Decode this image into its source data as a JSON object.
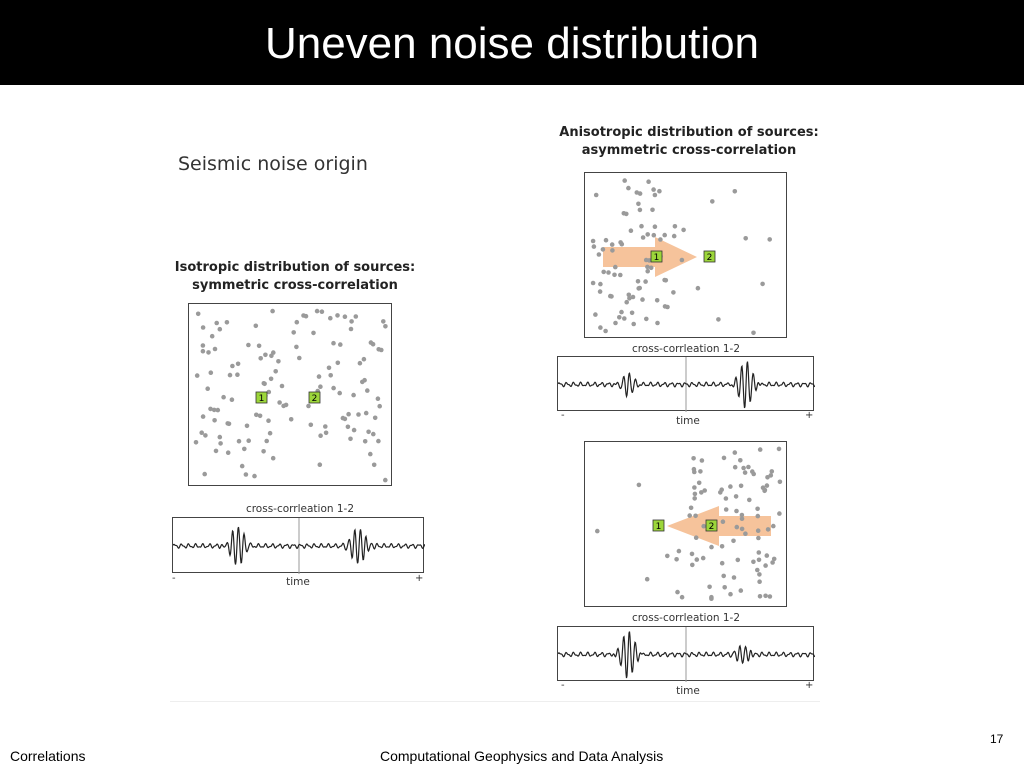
{
  "slide": {
    "title": "Uneven noise distribution",
    "page_number": "17",
    "footer_left": "Correlations",
    "footer_center": "Computational Geophysics and Data Analysis"
  },
  "figure": {
    "heading": "Seismic noise origin",
    "isotropic": {
      "caption_line1": "Isotropic distribution of sources:",
      "caption_line2": "symmetric cross-correlation",
      "station1": "1",
      "station2": "2",
      "trace_label": "cross-corrleation 1-2",
      "axis_label": "time",
      "minus": "-",
      "plus": "+"
    },
    "anisotropic": {
      "caption_line1": "Anisotropic distribution of sources:",
      "caption_line2": "asymmetric cross-correlation",
      "panel_a": {
        "station1": "1",
        "station2": "2",
        "trace_label": "cross-corrleation 1-2",
        "axis_label": "time",
        "minus": "-",
        "plus": "+"
      },
      "panel_b": {
        "station1": "1",
        "station2": "2",
        "trace_label": "cross-corrleation 1-2",
        "axis_label": "time",
        "minus": "-",
        "plus": "+"
      }
    },
    "colors": {
      "arrow": "#f5b98a",
      "station_box": "#9cd63a",
      "dots": "#9a9a9a"
    }
  }
}
